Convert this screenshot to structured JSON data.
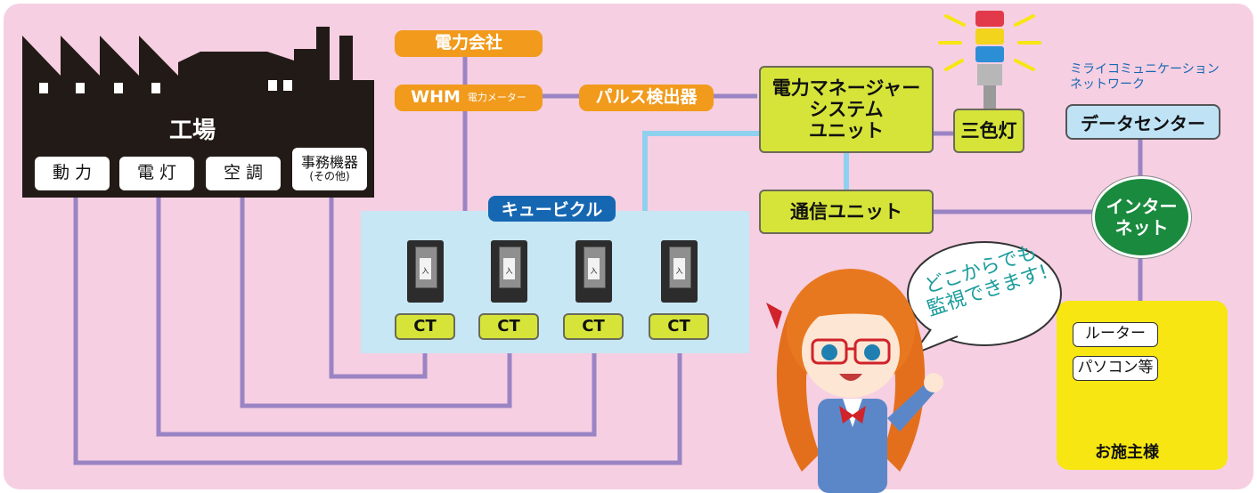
{
  "factory": {
    "title": "工場",
    "loads": [
      "動 力",
      "電 灯",
      "空 調"
    ],
    "office": {
      "line1": "事務機器",
      "line2": "(その他)"
    }
  },
  "utility": {
    "company": "電力会社",
    "whm": "WHM",
    "whm_sub": "電力メーター",
    "pulse": "パルス検出器"
  },
  "manager": {
    "lines": [
      "電力マネージャー",
      "システム",
      "ユニット"
    ],
    "comm": "通信ユニット",
    "lamp": "三色灯"
  },
  "cubicle": {
    "label": "キュービクル",
    "breaker_mark": "入",
    "ct": [
      "CT",
      "CT",
      "CT",
      "CT"
    ]
  },
  "network": {
    "sub": [
      "ミライコミュニケーション",
      "ネットワーク"
    ],
    "datacenter": "データセンター",
    "internet": [
      "インター",
      "ネット"
    ]
  },
  "client": {
    "router": "ルーター",
    "pc": "パソコン等",
    "owner": "お施主様"
  },
  "speech": {
    "line1": "どこからでも",
    "line2": "監視できます!"
  },
  "colors": {
    "background": "#f6cfe2",
    "power_wire": "#9a84c4",
    "signal_wire": "#8fd0ef",
    "orange": "#f19a1c",
    "lime": "#d6e43a",
    "cubicle_blue": "#1667b2",
    "internet_green": "#1a8a3e",
    "client_yellow": "#f7e611"
  }
}
